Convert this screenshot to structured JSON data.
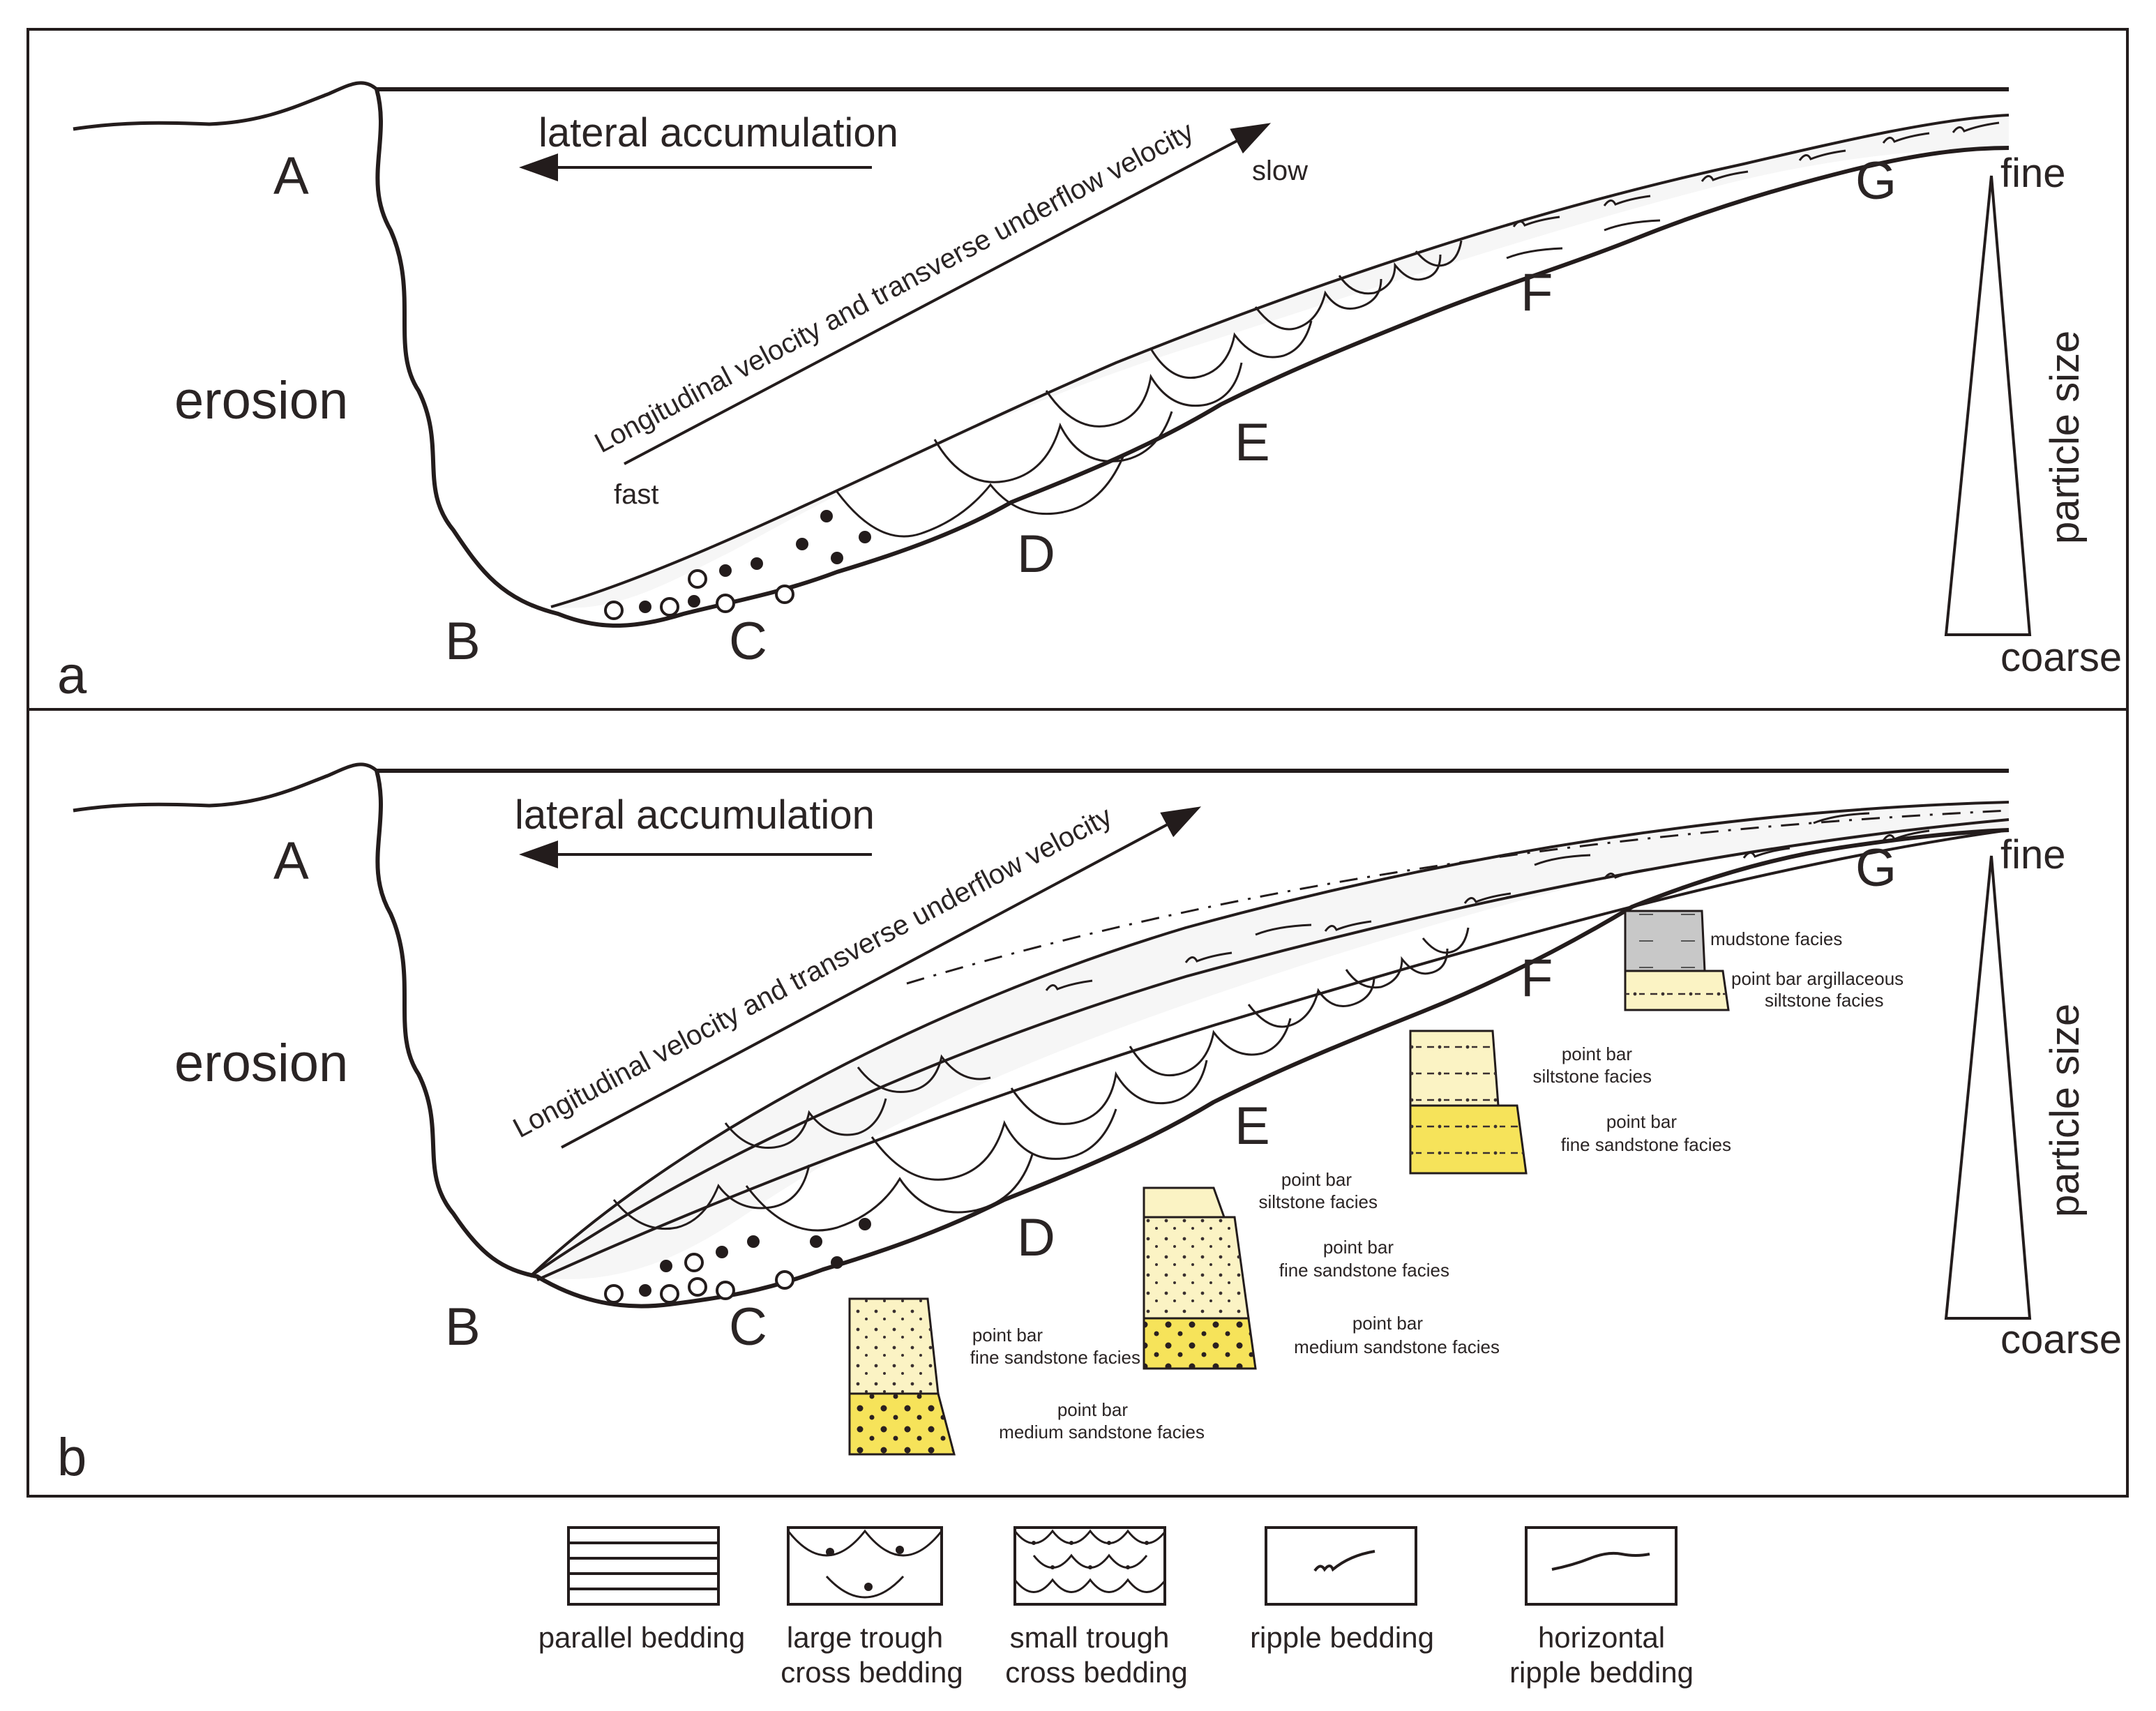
{
  "panel_a": {
    "label": "a",
    "lateral": "lateral accumulation",
    "velocity": "Longitudinal velocity and transverse underflow velocity",
    "slow": "slow",
    "fast": "fast",
    "erosion": "erosion",
    "points": {
      "A": "A",
      "B": "B",
      "C": "C",
      "D": "D",
      "E": "E",
      "F": "F",
      "G": "G"
    },
    "fine": "fine",
    "coarse": "coarse",
    "particle": "particle size"
  },
  "panel_b": {
    "label": "b",
    "lateral": "lateral accumulation",
    "velocity": "Longitudinal velocity and transverse underflow velocity",
    "erosion": "erosion",
    "points": {
      "A": "A",
      "B": "B",
      "C": "C",
      "D": "D",
      "E": "E",
      "F": "F",
      "G": "G"
    },
    "fine": "fine",
    "coarse": "coarse",
    "particle": "particle size",
    "columns": [
      {
        "labels": [
          "point bar",
          "fine sandstone facies",
          "point bar",
          "medium sandstone facies"
        ]
      },
      {
        "labels": [
          "point bar",
          "siltstone facies",
          "point bar",
          "fine sandstone facies",
          "point bar",
          "medium sandstone facies"
        ]
      },
      {
        "labels": [
          "point bar",
          "siltstone facies",
          "point bar",
          "fine sandstone facies"
        ]
      },
      {
        "labels": [
          "mudstone facies",
          "point bar argillaceous",
          "siltstone facies"
        ]
      }
    ]
  },
  "legend": [
    {
      "line1": "parallel bedding",
      "line2": ""
    },
    {
      "line1": "large trough",
      "line2": "cross bedding"
    },
    {
      "line1": "small trough",
      "line2": "cross bedding"
    },
    {
      "line1": "ripple bedding",
      "line2": ""
    },
    {
      "line1": "horizontal",
      "line2": "ripple bedding"
    }
  ],
  "colors": {
    "ink": "#231c1c",
    "sand_yellow": "#f6e35a",
    "pale_yellow": "#fbf3c4",
    "mud_grey": "#c8c8c8",
    "fill_grey": "#f4f4f4"
  }
}
